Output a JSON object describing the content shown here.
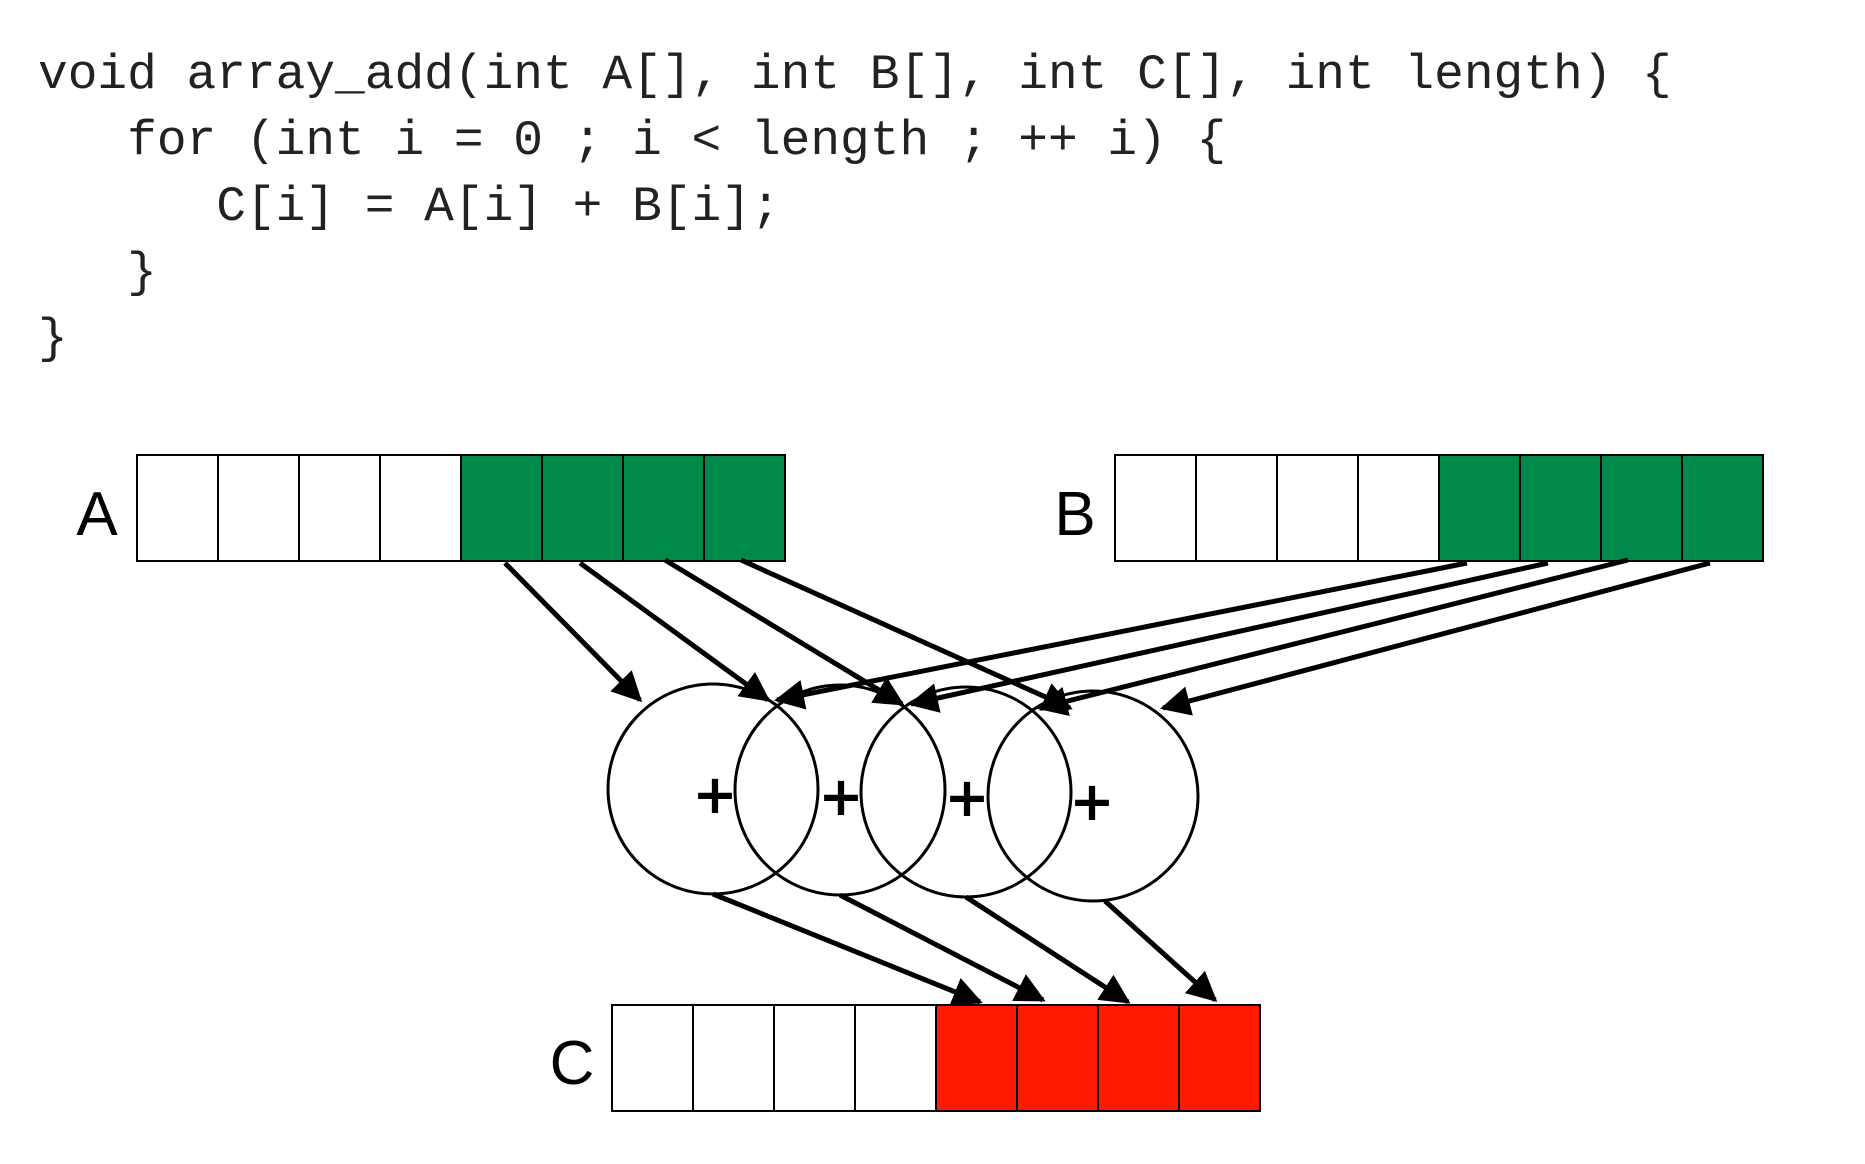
{
  "code": {
    "lines": [
      "void array_add(int A[], int B[], int C[], int length) {",
      "   for (int i = 0 ; i < length ; ++ i) {",
      "      C[i] = A[i] + B[i];",
      "   }",
      "}"
    ]
  },
  "diagram": {
    "arrays": [
      {
        "label": "A",
        "cells": 8,
        "highlighted": [
          4,
          5,
          6,
          7
        ],
        "color": "#00894a"
      },
      {
        "label": "B",
        "cells": 8,
        "highlighted": [
          4,
          5,
          6,
          7
        ],
        "color": "#00894a"
      },
      {
        "label": "C",
        "cells": 8,
        "highlighted": [
          4,
          5,
          6,
          7
        ],
        "color": "#ff1a00"
      }
    ],
    "adders": [
      {
        "symbol": "+"
      },
      {
        "symbol": "+"
      },
      {
        "symbol": "+"
      },
      {
        "symbol": "+"
      }
    ]
  },
  "colors": {
    "input_fill": "#00894a",
    "output_fill": "#ff1a00",
    "empty_fill": "#ffffff",
    "stroke": "#000000"
  }
}
